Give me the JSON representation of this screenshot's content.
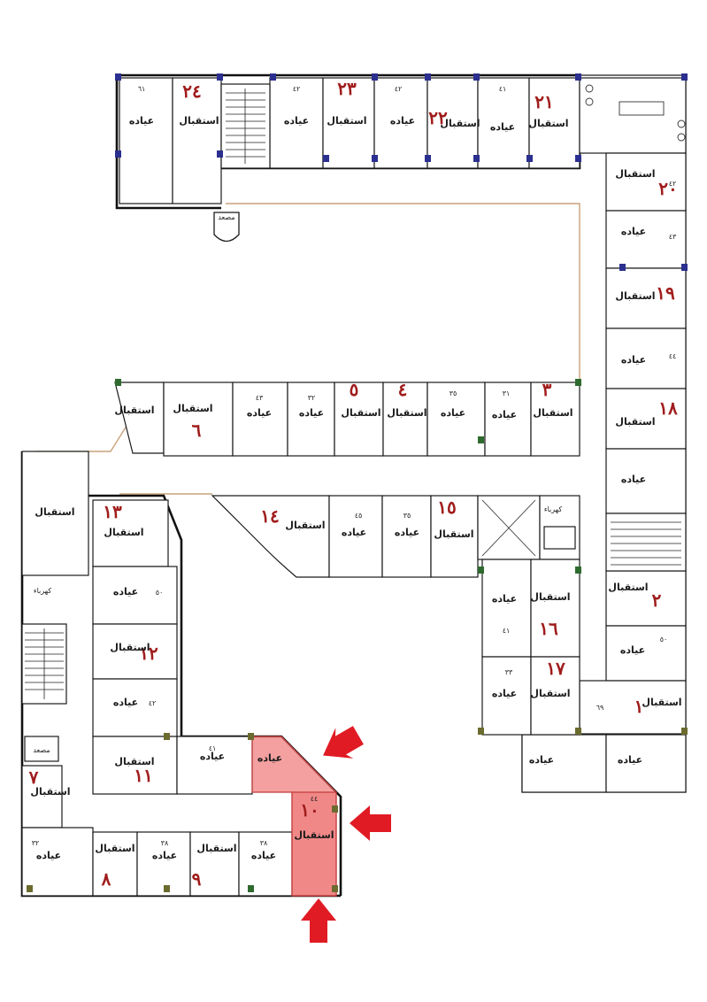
{
  "labels": {
    "clinic": "عياده",
    "reception": "استقبال",
    "elevator": "مصعد",
    "electric": "كهرباء"
  },
  "rooms": [
    {
      "n": "٢٤",
      "s": "٦١"
    },
    {
      "n": "٢٣",
      "s": "٤٢"
    },
    {
      "n": "٢٢",
      "s": "٤٢"
    },
    {
      "n": "٢١",
      "s": "٤١"
    },
    {
      "n": "٢٠",
      "s": "٤٢"
    },
    {
      "n": "١٩",
      "s": "٤٣"
    },
    {
      "n": "١٨",
      "s": "٤٤"
    },
    {
      "n": "٦",
      "s": "٤٣"
    },
    {
      "n": "٥",
      "s": "٣٢"
    },
    {
      "n": "٤",
      "s": "٣٥"
    },
    {
      "n": "٣",
      "s": "٣١"
    },
    {
      "n": "١٤",
      "s": "٤٥"
    },
    {
      "n": "١٥",
      "s": "٣٥"
    },
    {
      "n": "١٣",
      "s": "٥٠"
    },
    {
      "n": "١٢",
      "s": "٤٢"
    },
    {
      "n": "١١",
      "s": "٤١"
    },
    {
      "n": "١٠",
      "s": "٤٤"
    },
    {
      "n": "٩",
      "s": "٣٨"
    },
    {
      "n": "٨",
      "s": "٣٨"
    },
    {
      "n": "٧",
      "s": "٣٢"
    },
    {
      "n": "١٦",
      "s": "٤١"
    },
    {
      "n": "١٧",
      "s": "٣٣"
    },
    {
      "n": "٢",
      "s": "٥٠"
    },
    {
      "n": "١",
      "s": "٦٩"
    }
  ],
  "highlight": {
    "room": "١٠",
    "color": "#f08080",
    "arrow_color": "#e01b24"
  }
}
